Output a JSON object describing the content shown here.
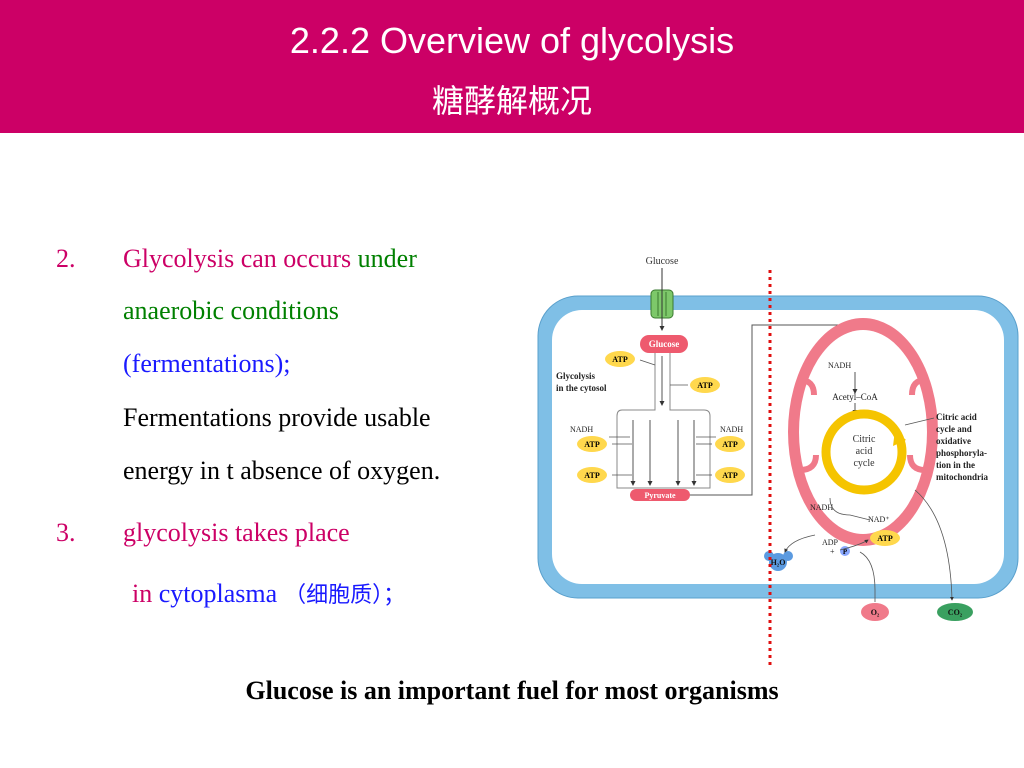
{
  "header": {
    "title": "2.2.2  Overview of glycolysis",
    "subtitle": "糖酵解概况"
  },
  "points": {
    "p2": {
      "number": "2.",
      "line1_a": "Glycolysis can occurs ",
      "line1_b": "under",
      "line2": "anaerobic conditions",
      "line3": "(fermentations);",
      "line4": "Fermentations provide usable",
      "line5": "energy in t absence of oxygen."
    },
    "p3": {
      "number": "3.",
      "line1": "glycolysis takes place",
      "line2_a": "in ",
      "line2_b": "cytoplasma",
      "line2_c": " （细胞质）；"
    }
  },
  "diagram": {
    "glucose_outside": "Glucose",
    "glucose_inside": "Glucose",
    "glycolysis_label_1": "Glycolysis",
    "glycolysis_label_2": "in the cytosol",
    "atp": "ATP",
    "nadh": "NADH",
    "pyruvate": "Pyruvate",
    "acetyl_coa": "Acetyl–CoA",
    "citric_1": "Citric",
    "citric_2": "acid",
    "citric_3": "cycle",
    "mito_label": [
      "Citric acid",
      "cycle and",
      "oxidative",
      "phosphoryla-",
      "tion in the",
      "mitochondria"
    ],
    "nad": "NAD⁺",
    "adp": "ADP",
    "plus": "+",
    "p": "P",
    "h2o": "H₂O",
    "o2": "O₂",
    "co2": "CO₂",
    "colors": {
      "membrane": "#7fbfe6",
      "mito": "#f07a8a",
      "atp": "#ffd84d",
      "pink_box": "#ee5a6e"
    }
  },
  "footer": "Glucose is an important fuel for most organisms"
}
